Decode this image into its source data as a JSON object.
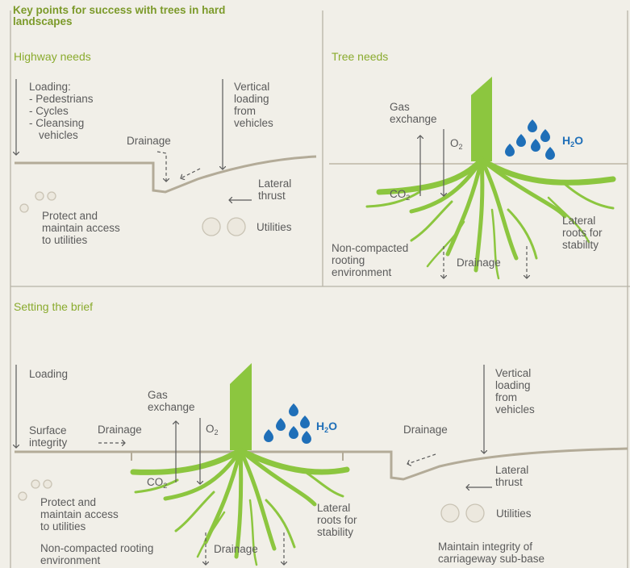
{
  "title": "Key points for success with trees in hard landscapes",
  "panels": {
    "highway": {
      "heading": "Highway needs",
      "loading_heading": "Loading:",
      "loading_items": [
        "- Pedestrians",
        "- Cycles",
        "- Cleansing",
        "vehicles"
      ],
      "drainage": "Drainage",
      "vertical": [
        "Vertical",
        "loading",
        "from",
        "vehicles"
      ],
      "lateral": [
        "Lateral",
        "thrust"
      ],
      "protect": [
        "Protect and",
        "maintain access",
        "to utilities"
      ],
      "utilities": "Utilities"
    },
    "tree": {
      "heading": "Tree needs",
      "gas": [
        "Gas",
        "exchange"
      ],
      "o2": "O",
      "o2_sub": "2",
      "co2": "CO",
      "co2_sub": "2",
      "h2o": "H",
      "h2o_sub": "2",
      "h2o_end": "O",
      "non_compacted": [
        "Non-compacted",
        "rooting",
        "environment"
      ],
      "drainage": "Drainage",
      "lateral_roots": [
        "Lateral",
        "roots for",
        "stability"
      ]
    },
    "brief": {
      "heading": "Setting the brief",
      "loading": "Loading",
      "surface": [
        "Surface",
        "integrity"
      ],
      "drainage_left": "Drainage",
      "gas": [
        "Gas",
        "exchange"
      ],
      "o2": "O",
      "o2_sub": "2",
      "co2": "CO",
      "co2_sub": "2",
      "h2o": "H",
      "h2o_sub": "2",
      "h2o_end": "O",
      "protect": [
        "Protect and",
        "maintain access",
        "to utilities"
      ],
      "non_compacted": "Non-compacted rooting environment",
      "drainage_bottom": "Drainage",
      "lateral_roots": [
        "Lateral",
        "roots for",
        "stability"
      ],
      "drainage_right": "Drainage",
      "vertical": [
        "Vertical",
        "loading",
        "from",
        "vehicles"
      ],
      "lateral": [
        "Lateral",
        "thrust"
      ],
      "utilities": "Utilities",
      "maintain": [
        "Maintain integrity of",
        "carriageway sub-base"
      ]
    }
  },
  "colors": {
    "green": "#8cc63f",
    "dark_green": "#6e9e2c",
    "water": "#1f6fb8",
    "ground": "#b3ab98",
    "text": "#5b5b5b",
    "circle": "#e4e0d6"
  }
}
